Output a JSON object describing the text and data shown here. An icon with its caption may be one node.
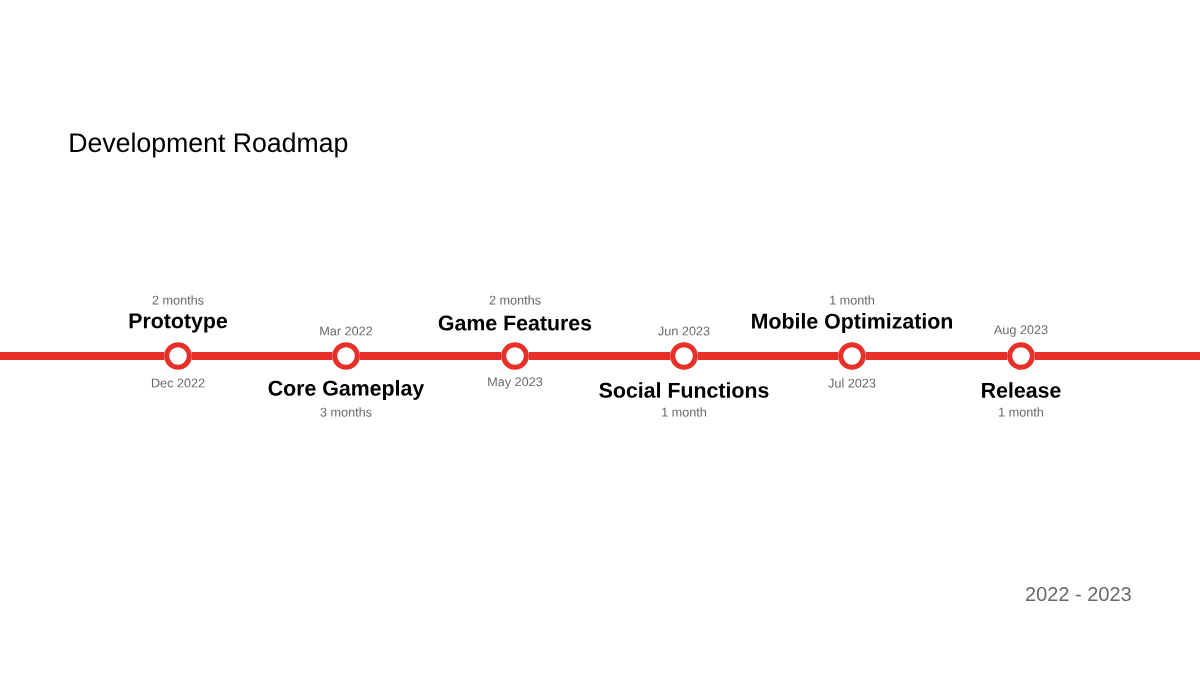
{
  "diagram": {
    "title": "Development Roadmap",
    "nodes": [
      {
        "text": [
          "Prototype"
        ],
        "beside": [
          "2 months",
          "Dec 2022"
        ]
      },
      {
        "text": [
          "Core Gameplay"
        ],
        "beside": [
          "Mar 2022",
          "3 months"
        ]
      },
      {
        "text": [
          "Game Features"
        ],
        "beside": [
          "2 months",
          "May 2023"
        ]
      },
      {
        "text": [
          "Social Functions"
        ],
        "beside": [
          "Jun 2023",
          "1 month"
        ]
      },
      {
        "text": [
          "Mobile Optimization"
        ],
        "beside": [
          "1 month",
          "Jul 2023"
        ]
      },
      {
        "text": [
          "Release"
        ],
        "beside": [
          "Aug 2023",
          "1 month"
        ]
      }
    ],
    "edges": [
      {
        "from": null,
        "to": 0,
        "arrow": "none"
      },
      {
        "from": 0,
        "to": 1,
        "arrow": "none"
      },
      {
        "from": 1,
        "to": 2,
        "arrow": "none"
      },
      {
        "from": 2,
        "to": 3,
        "arrow": "none"
      },
      {
        "from": 3,
        "to": 4,
        "arrow": "none"
      },
      {
        "from": 4,
        "to": 5,
        "arrow": "none"
      },
      {
        "from": 5,
        "to": null,
        "arrow": "none"
      }
    ],
    "labels": [
      "2022 - 2023"
    ]
  }
}
